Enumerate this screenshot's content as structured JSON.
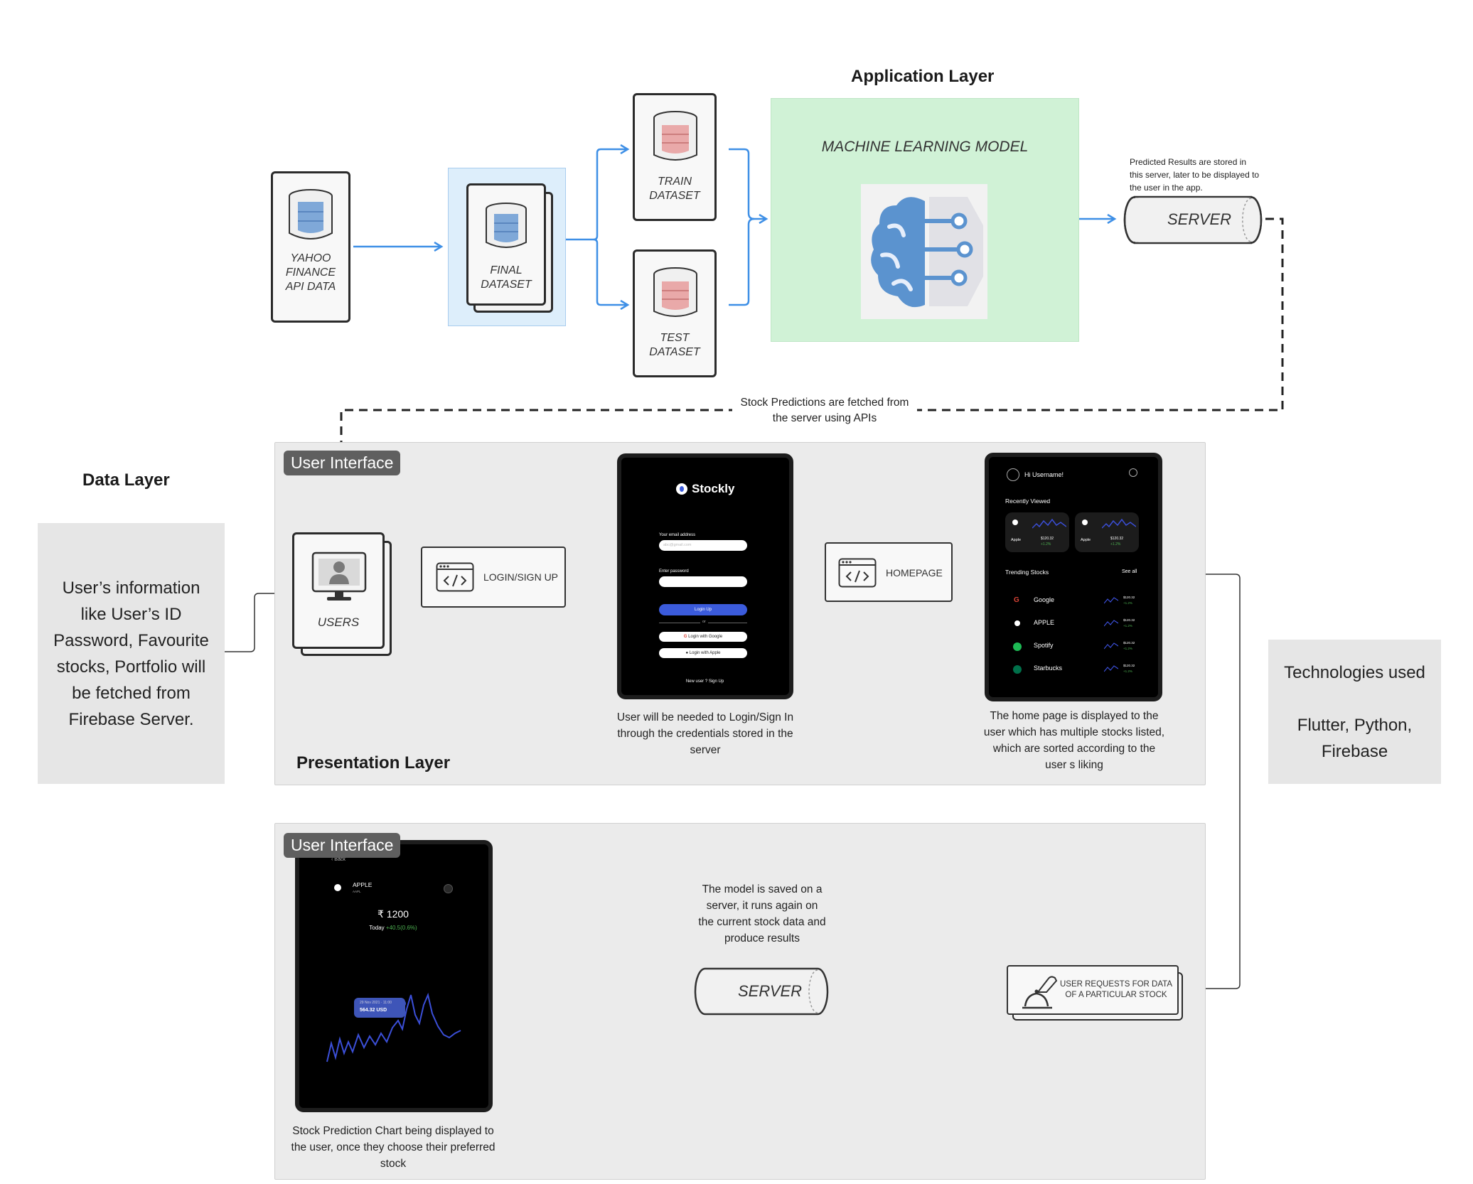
{
  "layers": {
    "application": "Application Layer",
    "data": "Data Layer",
    "presentation": "Presentation Layer"
  },
  "pipeline": {
    "yahoo": "YAHOO FINANCE API DATA",
    "final_dataset": "FINAL DATASET",
    "train_dataset": "TRAIN DATASET",
    "test_dataset": "TEST DATASET",
    "ml_model": "MACHINE LEARNING MODEL",
    "server": "SERVER",
    "server_note": "Predicted Results are stored in this server, later to be displayed to the user in the app.",
    "fetch_note": "Stock Predictions are fetched from the server using APIs"
  },
  "data_layer_text": "User’s information like User’s ID Password, Favourite stocks, Portfolio will be fetched from Firebase Server.",
  "technologies": {
    "title": "Technologies used",
    "list": "Flutter, Python, Firebase"
  },
  "presentation": {
    "ui_tag": "User Interface",
    "users": "USERS",
    "login_box": "LOGIN/SIGN UP",
    "homepage_box": "HOMEPAGE",
    "login_note": "User will be needed to Login/Sign In through the credentials stored in the server",
    "home_note": "The home page is displayed to the user which has multiple stocks listed, which are sorted according to the user s liking"
  },
  "login_screen": {
    "brand": "Stockly",
    "email_label": "Your email address",
    "email_placeholder": "abc@gmail.com",
    "password_label": "Enter password",
    "login_button": "Login Up",
    "or": "or",
    "google_button": "Login with Google",
    "apple_button": "Login with Apple",
    "signup_link": "New user ? Sign Up"
  },
  "home_screen": {
    "greeting": "Hi Username!",
    "recently_viewed": "Recently Viewed",
    "trending": "Trending Stocks",
    "see_all": "See all",
    "recent_cards": [
      {
        "name": "Apple",
        "price": "$120.32",
        "change": "+1.2%"
      },
      {
        "name": "Apple",
        "price": "$120.32",
        "change": "+1.2%"
      }
    ],
    "stocks": [
      {
        "name": "Google",
        "price": "$120.32",
        "change": "+1.2%"
      },
      {
        "name": "APPLE",
        "price": "$120.32",
        "change": "+1.2%"
      },
      {
        "name": "Spotify",
        "price": "$120.32",
        "change": "+1.2%"
      },
      {
        "name": "Starbucks",
        "price": "$120.32",
        "change": "+1.2%"
      }
    ]
  },
  "bottom": {
    "ui_tag": "User Interface",
    "model_note": "The model is saved on a server, it runs again on the current stock data and produce results",
    "server": "SERVER",
    "request_box": "USER REQUESTS FOR DATA OF A PARTICULAR STOCK",
    "chart_note": "Stock Prediction Chart being displayed to the user, once they choose their preferred stock"
  },
  "chart_screen": {
    "back": "Back",
    "stock_name": "APPLE",
    "ticker": "AAPL",
    "price": "₹ 1200",
    "today_label": "Today",
    "today_change": "+40.5(0.6%)",
    "tooltip_date": "29 Nov 2021 · 11:00",
    "tooltip_value": "564.32 USD"
  },
  "colors": {
    "arrow_blue": "#3e8fe6",
    "ml_green": "#d0f2d6",
    "final_bg": "#ddeefb",
    "login_blue": "#3b5bdb",
    "chart_line": "#3b4fd8"
  }
}
